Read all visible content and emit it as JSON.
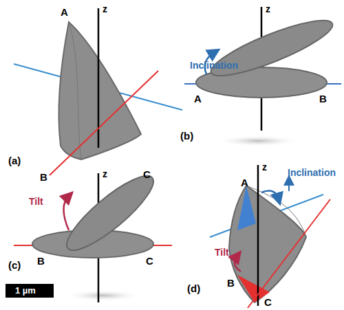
{
  "diagram": {
    "labels": [
      "A",
      "z",
      "B",
      "C",
      "(a)",
      "z",
      "Inclination",
      "A",
      "B",
      "(b)",
      "z",
      "Tilt",
      "B",
      "C",
      "(c)",
      "1 µm",
      "z",
      "A",
      "Inclination",
      "Tilt",
      "B",
      "C",
      "(d)"
    ]
  }
}
